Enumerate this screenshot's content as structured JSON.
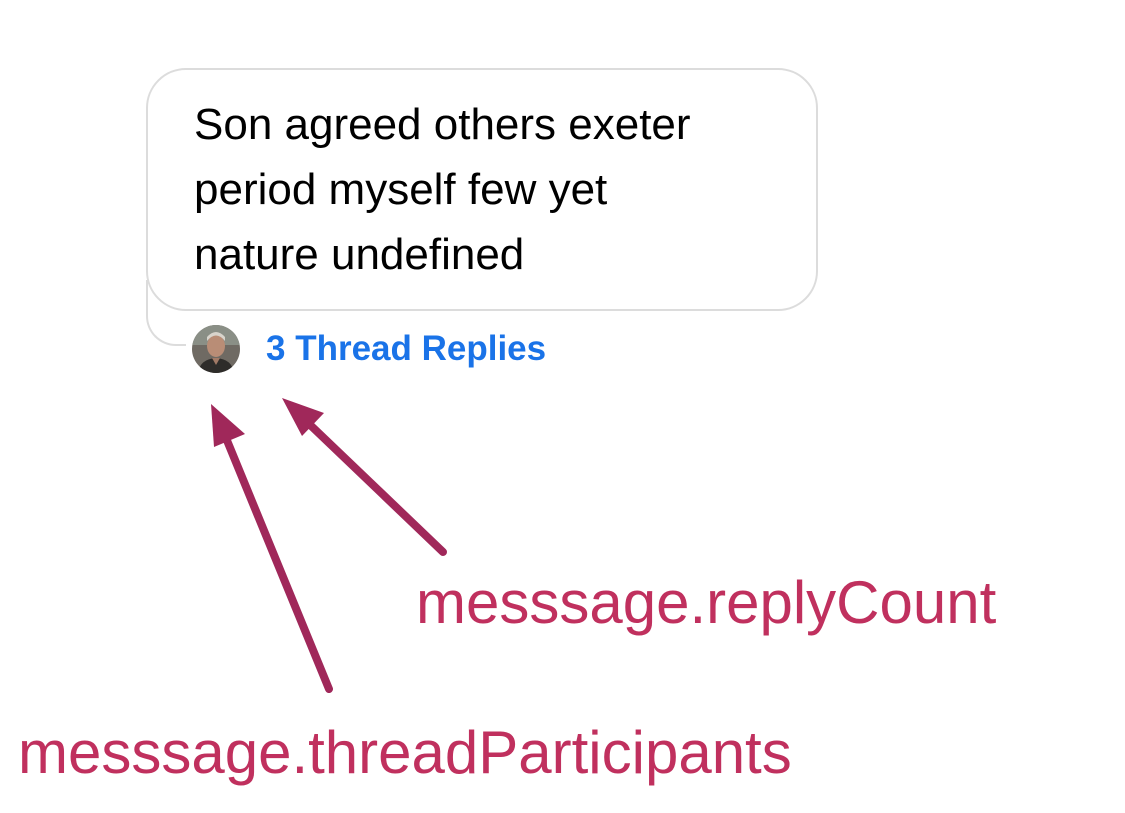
{
  "message": {
    "text": "Son agreed others exeter\nperiod myself few yet\nnature undefined",
    "reply_link_label": "3 Thread Replies",
    "participant_avatar_icon": "person-photo-icon"
  },
  "annotations": {
    "reply_count_label": "messsage.replyCount",
    "thread_participants_label": "messsage.threadParticipants",
    "color": "#b02b5c"
  },
  "colors": {
    "link": "#1a73e8",
    "bubble_border": "#dcdcdc",
    "annotation_text": "#c0305e",
    "arrow": "#a0285a"
  }
}
